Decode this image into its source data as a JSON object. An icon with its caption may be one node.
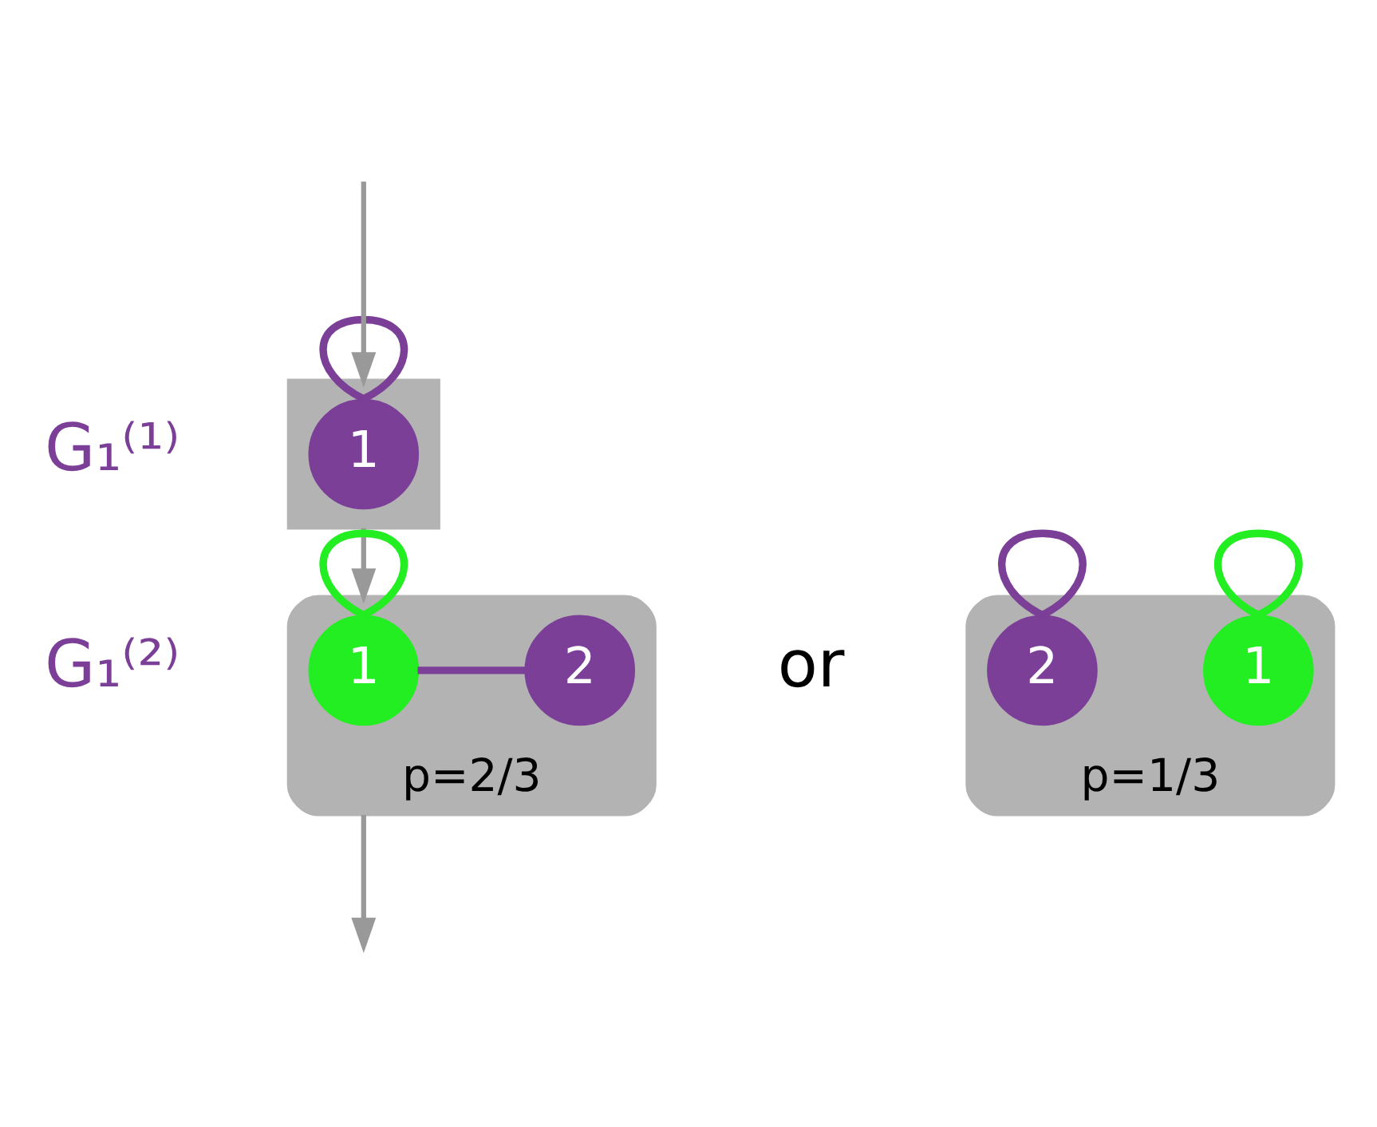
{
  "diagram": {
    "nodes": [
      {
        "text": [],
        "shape": "box"
      },
      {
        "text": [
          "1"
        ],
        "in": 0
      },
      {
        "text": [
          "p=2/3"
        ]
      },
      {
        "text": [
          "1"
        ],
        "in": 2
      },
      {
        "text": [
          "2"
        ],
        "in": 2
      },
      {
        "text": [
          "p=1/3"
        ]
      },
      {
        "text": [
          "1"
        ],
        "in": 5
      },
      {
        "text": [
          "2"
        ],
        "in": 5
      }
    ],
    "edges": [
      {
        "from": null,
        "to": 0,
        "arrow": "to"
      },
      {
        "from": 1,
        "to": 1,
        "arrow": "none",
        "color": "#7b3f98"
      },
      {
        "from": 0,
        "to": 2,
        "arrow": "to"
      },
      {
        "from": 3,
        "to": 3,
        "arrow": "none",
        "color": "#22ee22"
      },
      {
        "from": 3,
        "to": 4,
        "arrow": "none",
        "color": "#7b3f98"
      },
      {
        "from": 6,
        "to": 6,
        "arrow": "none",
        "color": "#22ee22"
      },
      {
        "from": 7,
        "to": 7,
        "arrow": "none",
        "color": "#7b3f98"
      },
      {
        "from": 2,
        "to": null,
        "arrow": "to"
      }
    ],
    "labels": [
      "G₁⁽¹⁾",
      "G₁⁽²⁾",
      "or"
    ]
  }
}
